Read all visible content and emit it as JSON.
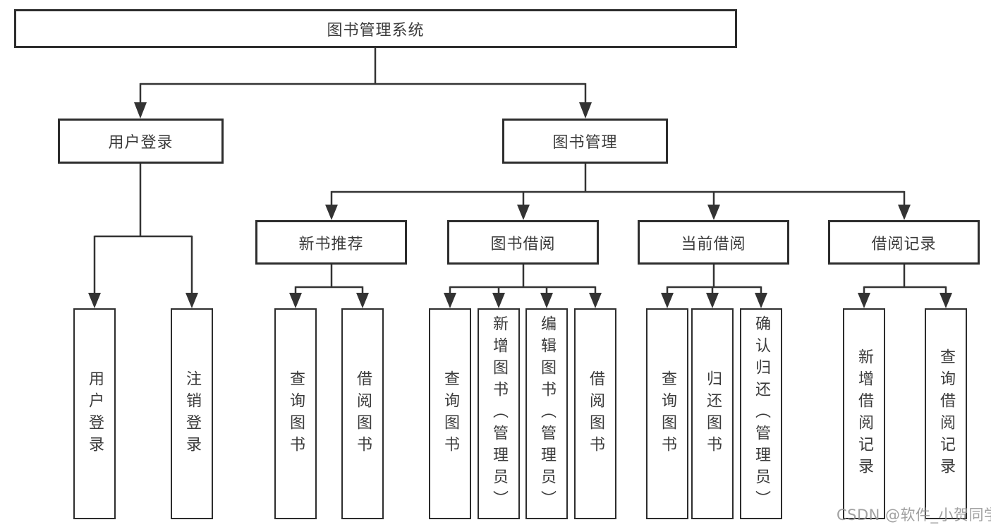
{
  "diagram_title": "图书管理系统",
  "colors": {
    "background": "#ffffff",
    "box_border": "#2d2d2d",
    "connector_line": "#333333",
    "text": "#3b3b3b",
    "watermark_text": "#949494"
  },
  "tree": {
    "root": {
      "label": "图书管理系统"
    },
    "level2": [
      {
        "label": "用户登录",
        "children": [
          {
            "label": "用户登录"
          },
          {
            "label": "注销登录"
          }
        ]
      },
      {
        "label": "图书管理",
        "modules": [
          {
            "label": "新书推荐",
            "children": [
              {
                "label": "查询图书"
              },
              {
                "label": "借阅图书"
              }
            ]
          },
          {
            "label": "图书借阅",
            "children": [
              {
                "label": "查询图书"
              },
              {
                "label": "新增图书（管理员）"
              },
              {
                "label": "编辑图书（管理员）"
              },
              {
                "label": "借阅图书"
              }
            ]
          },
          {
            "label": "当前借阅",
            "children": [
              {
                "label": "查询图书"
              },
              {
                "label": "归还图书"
              },
              {
                "label": "确认归还（管理员）"
              }
            ]
          },
          {
            "label": "借阅记录",
            "children": [
              {
                "label": "新增借阅记录"
              },
              {
                "label": "查询借阅记录"
              }
            ]
          }
        ]
      }
    ]
  },
  "watermark": "CSDN @软件_小贺同学"
}
